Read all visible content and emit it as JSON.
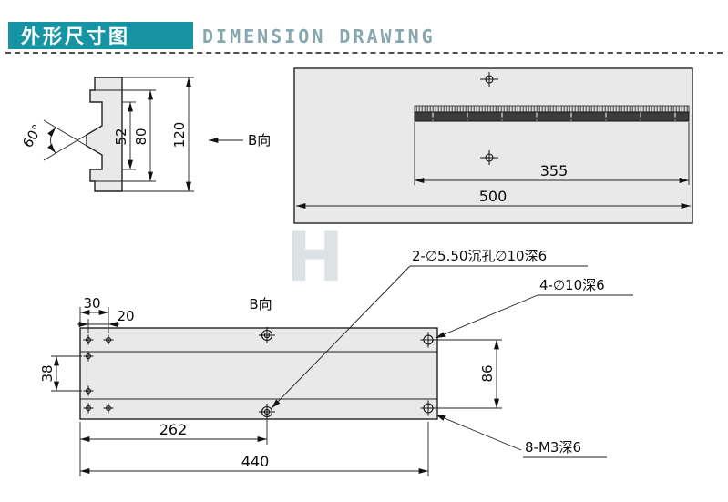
{
  "header": {
    "title_cn": "外形尺寸图",
    "title_en": "DIMENSION DRAWING"
  },
  "colors": {
    "accent_teal": "#1794a3"
  },
  "watermark": "H",
  "side_view": {
    "angle": "60°",
    "dim_inner": "52",
    "dim_mid": "80",
    "dim_outer": "120",
    "view_arrow_label": "B向"
  },
  "top_view": {
    "dim_rail": "355",
    "dim_overall": "500"
  },
  "bottom_view": {
    "view_label": "B向",
    "dim_edge_offset": "30",
    "dim_hole_offset": "20",
    "dim_hole_spacing_v": "38",
    "dim_right_spacing": "86",
    "dim_center_span": "262",
    "dim_overall": "440",
    "note_counterbore": "2-∅5.50沉孔∅10深6",
    "note_dowel": "4-∅10深6",
    "note_thread": "8-M3深6"
  }
}
